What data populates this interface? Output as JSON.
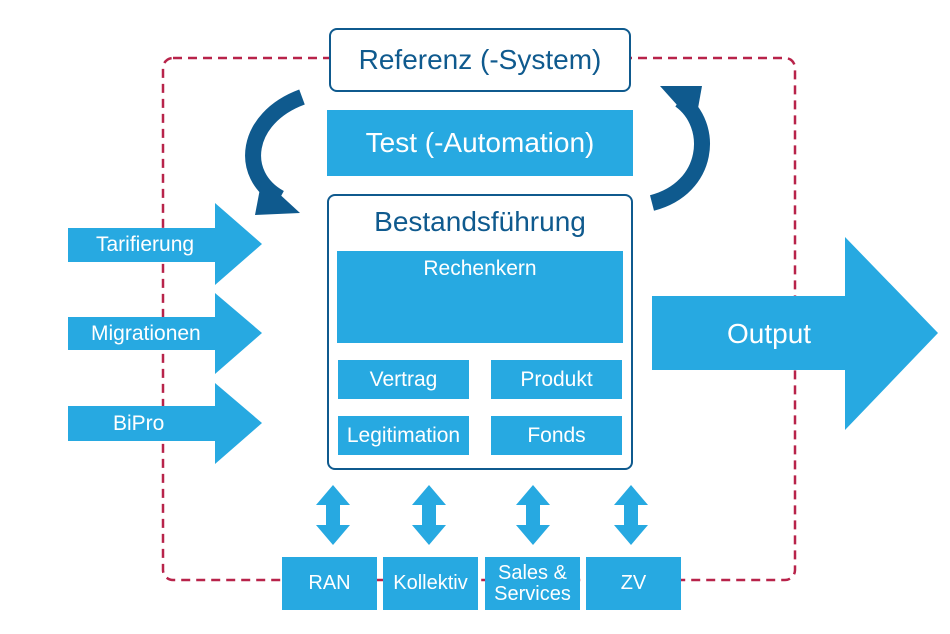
{
  "colors": {
    "primary": "#27a9e1",
    "dark": "#0f5a8e",
    "dashed_border": "#b8234a",
    "background": "#ffffff"
  },
  "referenz_label": "Referenz (-System)",
  "test_label": "Test (-Automation)",
  "bestand": {
    "title": "Bestandsführung",
    "rechenkern": "Rechenkern",
    "modules": [
      "Vertrag",
      "Produkt",
      "Legitimation",
      "Fonds"
    ]
  },
  "inputs": [
    "Tarifierung",
    "Migrationen",
    "BiPro"
  ],
  "output_label": "Output",
  "bottom_boxes": [
    "RAN",
    "Kollektiv",
    "Sales &\nServices",
    "ZV"
  ]
}
